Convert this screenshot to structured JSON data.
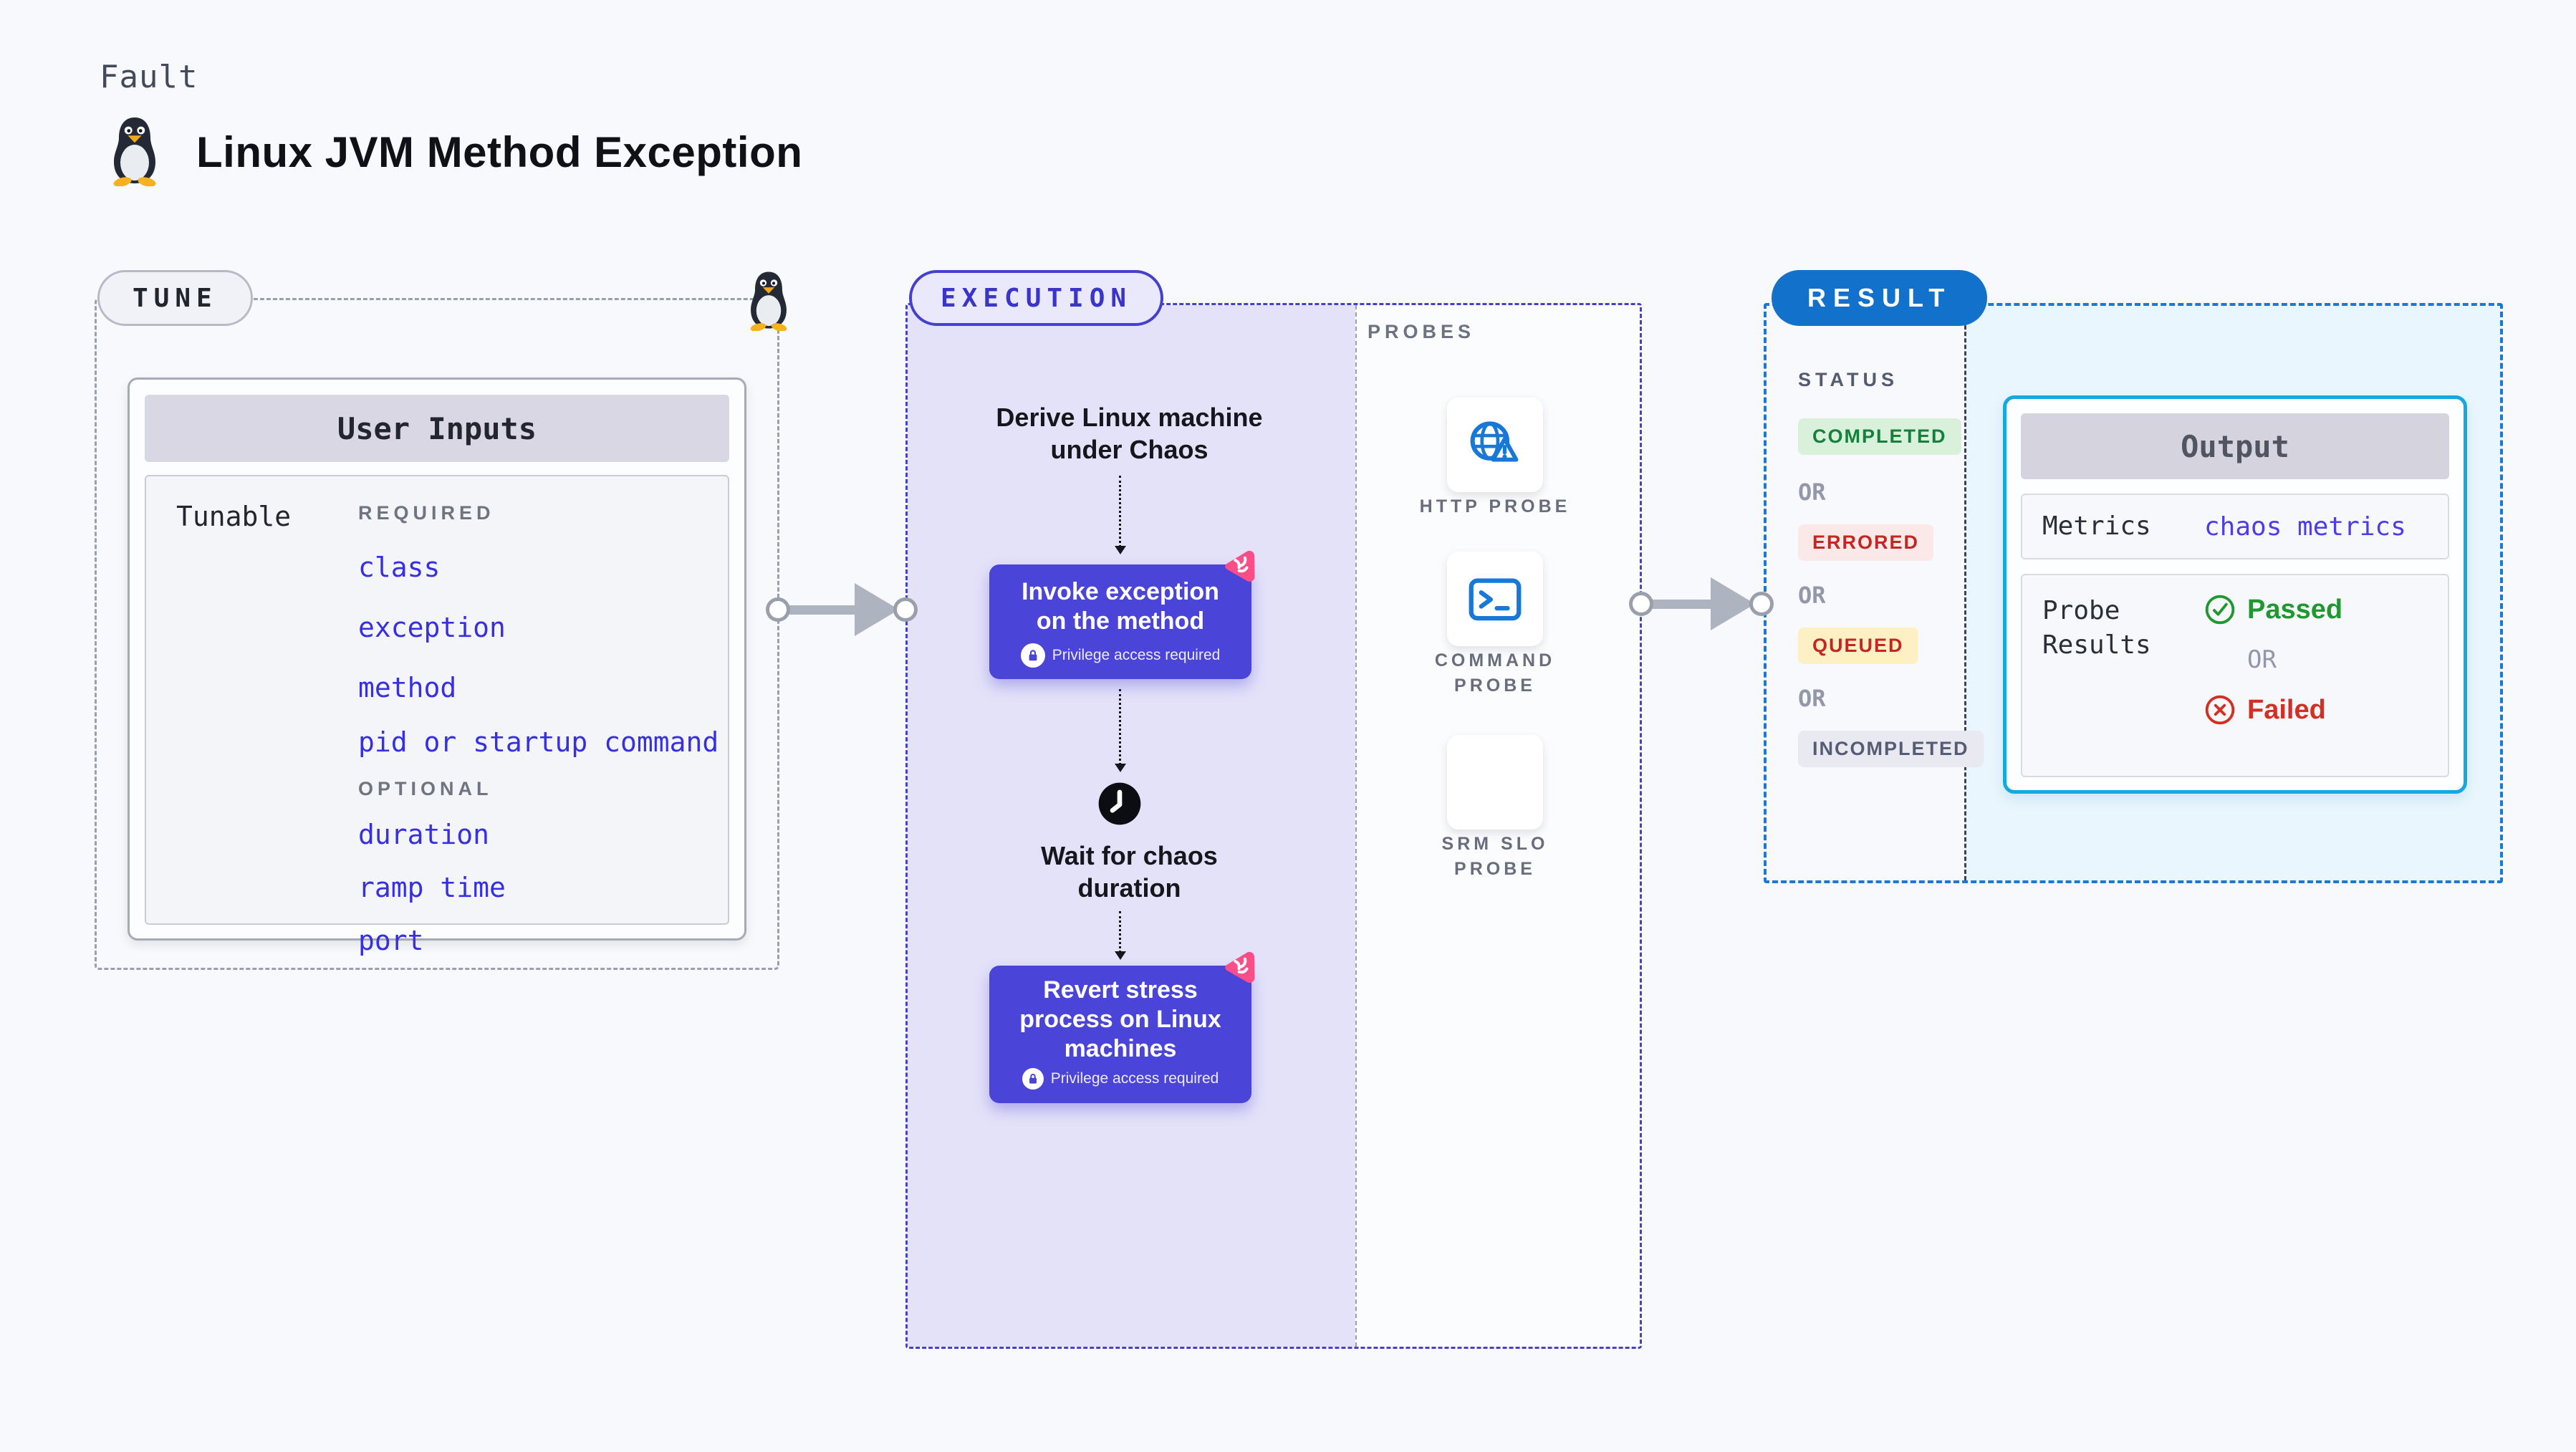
{
  "page": {
    "fault_label": "Fault",
    "title": "Linux JVM Method Exception"
  },
  "tune": {
    "badge": "TUNE",
    "table_title": "User Inputs",
    "row_label": "Tunable",
    "required_label": "REQUIRED",
    "required_items": [
      "class",
      "exception",
      "method",
      "pid or startup command"
    ],
    "optional_label": "OPTIONAL",
    "optional_items": [
      "duration",
      "ramp time",
      "port"
    ]
  },
  "execution": {
    "badge": "EXECUTION",
    "derive_line1": "Derive Linux machine",
    "derive_line2": "under Chaos",
    "invoke_line1": "Invoke exception",
    "invoke_line2": "on the method",
    "privilege_note": "Privilege access required",
    "wait_line1": "Wait for chaos",
    "wait_line2": "duration",
    "revert_line1": "Revert stress",
    "revert_line2": "process on Linux",
    "revert_line3": "machines"
  },
  "probes": {
    "label": "PROBES",
    "items": [
      "HTTP PROBE",
      "COMMAND PROBE",
      "SRM SLO PROBE"
    ]
  },
  "result": {
    "badge": "RESULT",
    "status_label": "STATUS",
    "or_label": "OR",
    "statuses": [
      "COMPLETED",
      "ERRORED",
      "QUEUED",
      "INCOMPLETED"
    ],
    "output": {
      "title": "Output",
      "metrics_label": "Metrics",
      "metrics_value": "chaos metrics",
      "probe_results_label_line1": "Probe",
      "probe_results_label_line2": "Results",
      "passed_label": "Passed",
      "or_label": "OR",
      "failed_label": "Failed"
    }
  },
  "colors": {
    "page_bg": "#f7f9fc",
    "node_purple": "#4b44d8",
    "execution_border": "#4540cd",
    "execution_bg": "#e4e2f9",
    "result_blue": "#1272cb",
    "output_border": "#14a9e0",
    "link_blue": "#372fe2",
    "chaos_pink": "#fb4d87",
    "probe_icon_blue": "#1878d8",
    "completed_green": "#15803c",
    "errored_red": "#c22722",
    "passed_green": "#21982f",
    "failed_red": "#d32f23"
  }
}
